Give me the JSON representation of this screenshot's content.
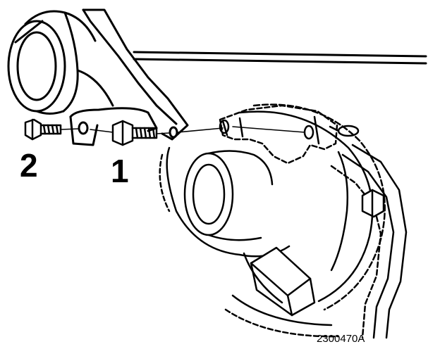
{
  "callouts": {
    "bolt_1": "1",
    "bolt_2": "2"
  },
  "figure_id": "2300470A",
  "colors": {
    "ink": "#000000",
    "background": "#ffffff"
  }
}
